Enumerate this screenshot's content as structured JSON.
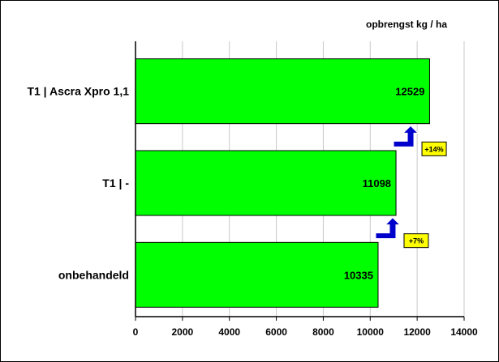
{
  "chart_data": {
    "type": "bar",
    "orientation": "horizontal",
    "unit_label": "opbrengst kg / ha",
    "categories": [
      "T1 | Ascra Xpro 1,1",
      "T1 | -",
      "onbehandeld"
    ],
    "values": [
      12529,
      11098,
      10335
    ],
    "xlim": [
      0,
      14000
    ],
    "xticks": [
      0,
      2000,
      4000,
      6000,
      8000,
      10000,
      12000,
      14000
    ],
    "grid": true,
    "legend": "none",
    "bar_color": "#00ff00",
    "annotations": [
      {
        "text": "+14%",
        "between": [
          0,
          1
        ],
        "arrow_color": "#0000cc",
        "badge_color": "#ffff00"
      },
      {
        "text": "+7%",
        "between": [
          1,
          2
        ],
        "arrow_color": "#0000cc",
        "badge_color": "#ffff00"
      }
    ]
  }
}
